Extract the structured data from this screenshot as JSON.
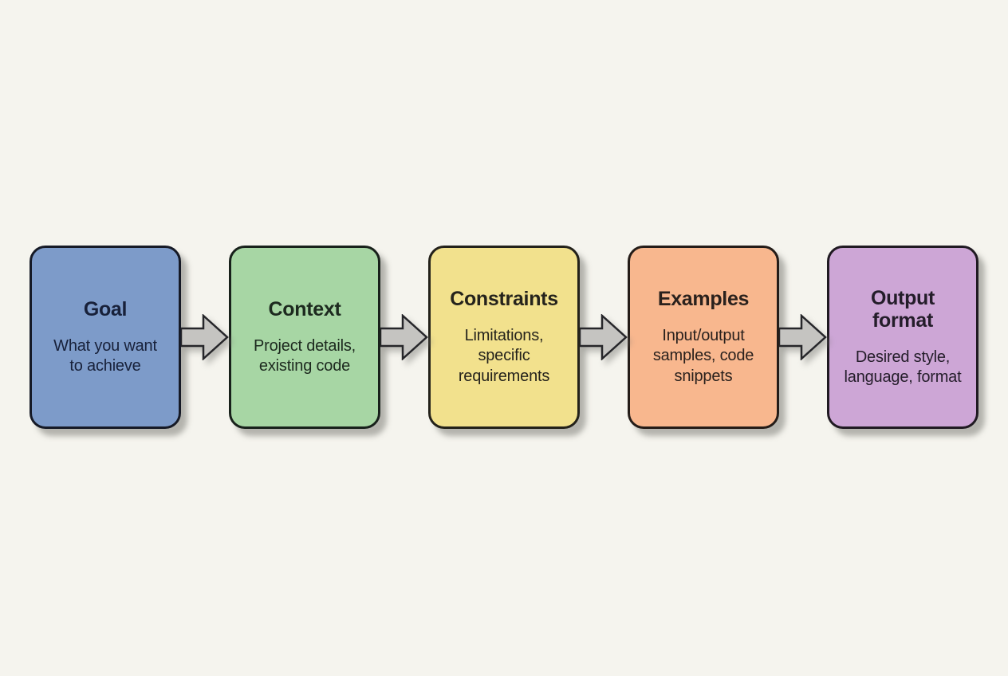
{
  "canvas": {
    "background": "#f5f4ee"
  },
  "flow": {
    "steps": [
      {
        "title": "Goal",
        "subtitle": "What you want\nto achieve",
        "fill": "#7d9bc9",
        "border": "#161a26",
        "text": "#18213a"
      },
      {
        "title": "Context",
        "subtitle": "Project details,\nexisting code",
        "fill": "#a7d6a4",
        "border": "#18211b",
        "text": "#1d2a1f"
      },
      {
        "title": "Constraints",
        "subtitle": "Limitations,\nspecific\nrequirements",
        "fill": "#f2e18d",
        "border": "#23211a",
        "text": "#25231c"
      },
      {
        "title": "Examples",
        "subtitle": "Input/output\nsamples, code\nsnippets",
        "fill": "#f8b78e",
        "border": "#241c18",
        "text": "#2a211d"
      },
      {
        "title": "Output\nformat",
        "subtitle": "Desired style,\nlanguage, format",
        "fill": "#cda6d6",
        "border": "#201a22",
        "text": "#241d2a"
      }
    ],
    "arrow": {
      "fill": "#c5c4c1",
      "stroke": "#26262a"
    }
  }
}
